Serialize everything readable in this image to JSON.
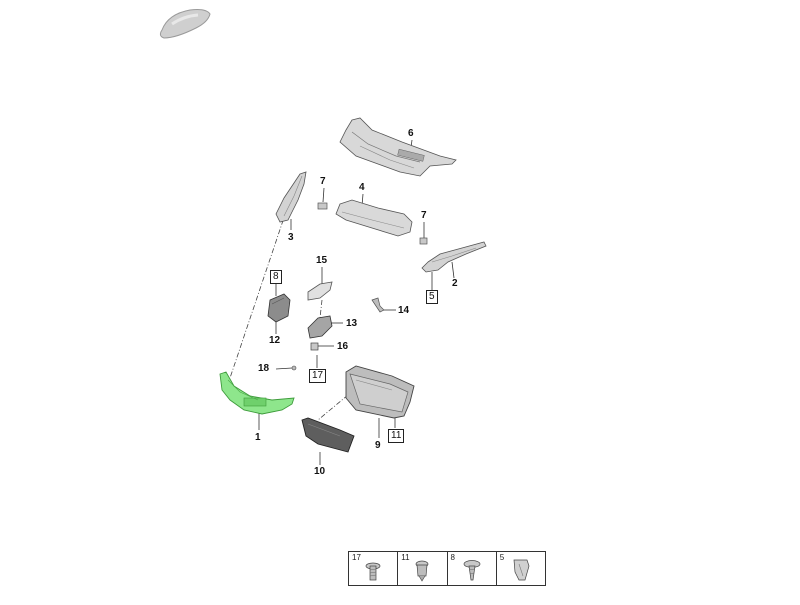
{
  "callouts": [
    {
      "id": "1",
      "label": "1",
      "boxed": false
    },
    {
      "id": "2",
      "label": "2",
      "boxed": false
    },
    {
      "id": "3",
      "label": "3",
      "boxed": false
    },
    {
      "id": "4",
      "label": "4",
      "boxed": false
    },
    {
      "id": "5",
      "label": "5",
      "boxed": true
    },
    {
      "id": "6",
      "label": "6",
      "boxed": false
    },
    {
      "id": "7a",
      "label": "7",
      "boxed": false
    },
    {
      "id": "7b",
      "label": "7",
      "boxed": false
    },
    {
      "id": "8",
      "label": "8",
      "boxed": true
    },
    {
      "id": "9",
      "label": "9",
      "boxed": false
    },
    {
      "id": "10",
      "label": "10",
      "boxed": false
    },
    {
      "id": "11",
      "label": "11",
      "boxed": true
    },
    {
      "id": "12",
      "label": "12",
      "boxed": false
    },
    {
      "id": "13",
      "label": "13",
      "boxed": false
    },
    {
      "id": "14",
      "label": "14",
      "boxed": false
    },
    {
      "id": "15",
      "label": "15",
      "boxed": false
    },
    {
      "id": "16",
      "label": "16",
      "boxed": false
    },
    {
      "id": "17",
      "label": "17",
      "boxed": true
    },
    {
      "id": "18",
      "label": "18",
      "boxed": false
    }
  ],
  "legend": [
    {
      "label": "17",
      "icon": "bolt-icon"
    },
    {
      "label": "11",
      "icon": "clip-rivet-icon"
    },
    {
      "label": "8",
      "icon": "screw-icon"
    },
    {
      "label": "5",
      "icon": "spring-clip-icon"
    }
  ],
  "colors": {
    "highlight": "#8ee68c",
    "highlight_stroke": "#3d9b3a",
    "part_fill": "#d6d6d6",
    "part_stroke": "#555555",
    "dark_part": "#9a9a9a"
  }
}
